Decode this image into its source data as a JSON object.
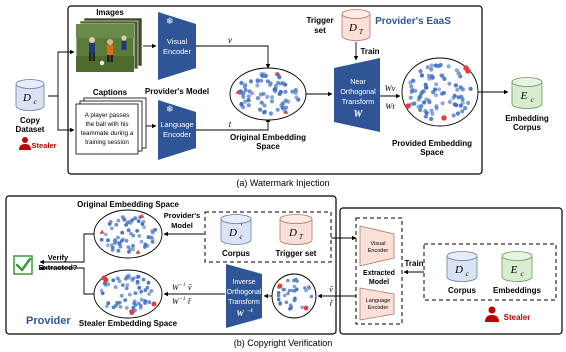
{
  "top_panel": {
    "title": "Provider's EaaS",
    "images_label": "Images",
    "captions_label": "Captions",
    "caption_text": [
      "A player passes",
      "the ball with his",
      "teammate during a",
      "training session"
    ],
    "visual_encoder": [
      "Visual",
      "Encoder"
    ],
    "language_encoder": [
      "Language",
      "Encoder"
    ],
    "providers_model": "Provider's Model",
    "original_space": [
      "Original Embedding",
      "Space"
    ],
    "trigger_set": [
      "Trigger",
      "set"
    ],
    "train": "Train",
    "transform": [
      "Near",
      "Orthogonal",
      "Transform"
    ],
    "transform_symbol": "W",
    "v": "v",
    "t": "t",
    "wv": "Wv",
    "wt": "Wt",
    "provided_space": [
      "Provided Embedding",
      "Space"
    ],
    "embedding_corpus": [
      "Embedding",
      "Corpus"
    ],
    "copy_dataset": [
      "Copy",
      "Dataset"
    ],
    "stealer": "Stealer"
  },
  "dataset_symbols": {
    "dc": "D",
    "dc_sub": "c",
    "dt": "D",
    "dt_sub": "T",
    "ec": "E",
    "ec_sub": "c",
    "dc_prime": "D",
    "dc_prime_sub": "c",
    "prime": "′"
  },
  "caption_a": "(a) Watermark Injection",
  "bottom_panel": {
    "original_space": "Original Embedding Space",
    "stealer_space": "Stealer Embedding Space",
    "providers_model": [
      "Provider's",
      "Model"
    ],
    "corpus": "Corpus",
    "trigger_set": "Trigger set",
    "verify": [
      "Verify",
      "Extracted?"
    ],
    "inverse_transform": [
      "Inverse",
      "Orthogonal",
      "Transform"
    ],
    "inverse_symbol": "W",
    "inverse_sup": "−1",
    "winv_v": "W",
    "winv_t": "W",
    "v_tilde": "ṽ",
    "t_tilde": "t̃",
    "provider": "Provider",
    "extracted_model": [
      "Extracted",
      "Model"
    ],
    "visual_encoder": [
      "Visual",
      "Encoder"
    ],
    "language_encoder": [
      "Language",
      "Encoder"
    ],
    "train": "Train",
    "corpus2": "Corpus",
    "embeddings": "Embeddings",
    "stealer": "Stealer"
  },
  "caption_b": "(b) Copyright Verification",
  "colors": {
    "encoder": "#2f5597",
    "dot_blue": "#4472c4",
    "trigger_red": "#e63b3b",
    "cylinder_blue": "#dae3f3",
    "cylinder_red": "#fbe0d8",
    "cylinder_green": "#d8ecd0",
    "stealer_red": "#c00000",
    "check_green": "#3a9a3a"
  }
}
